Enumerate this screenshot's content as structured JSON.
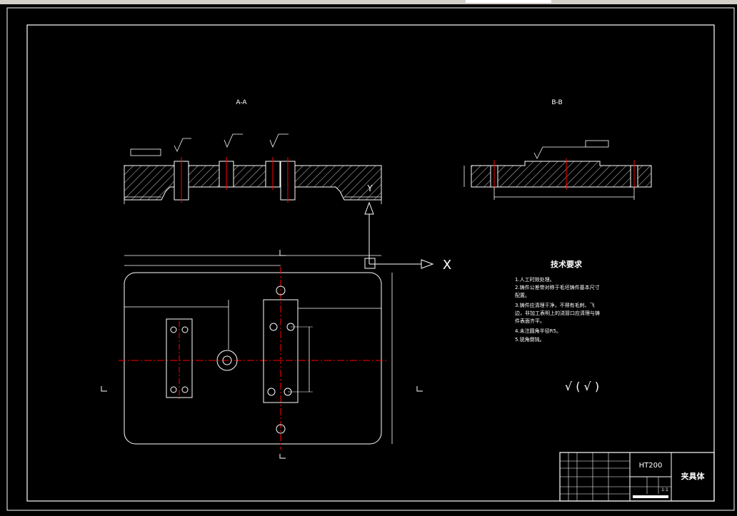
{
  "colors": {
    "background": "#000000",
    "line": "#ffffff",
    "center_line": "#ff0000",
    "hatch": "#ffffff"
  },
  "views": {
    "section_aa_label": "A-A",
    "section_bb_label": "B-B",
    "axis_x_label": "X",
    "axis_y_label": "Y"
  },
  "tech_requirements": {
    "title": "技术要求",
    "items": [
      "1.人工时效处理。",
      "2.铸件公差带对称于毛坯铸件基本尺寸",
      "配置。",
      "3.铸件应清理干净，不得有毛刺、飞",
      "边，非加工表明上的浇冒口应清理与铸",
      "件表面齐平。",
      "4.未注圆角半径R5。",
      "5.锐角倒钝。"
    ],
    "roughness_note": "√ ( √ )"
  },
  "title_block": {
    "material": "HT200",
    "part_name": "夹具体",
    "scale": "1:1"
  }
}
